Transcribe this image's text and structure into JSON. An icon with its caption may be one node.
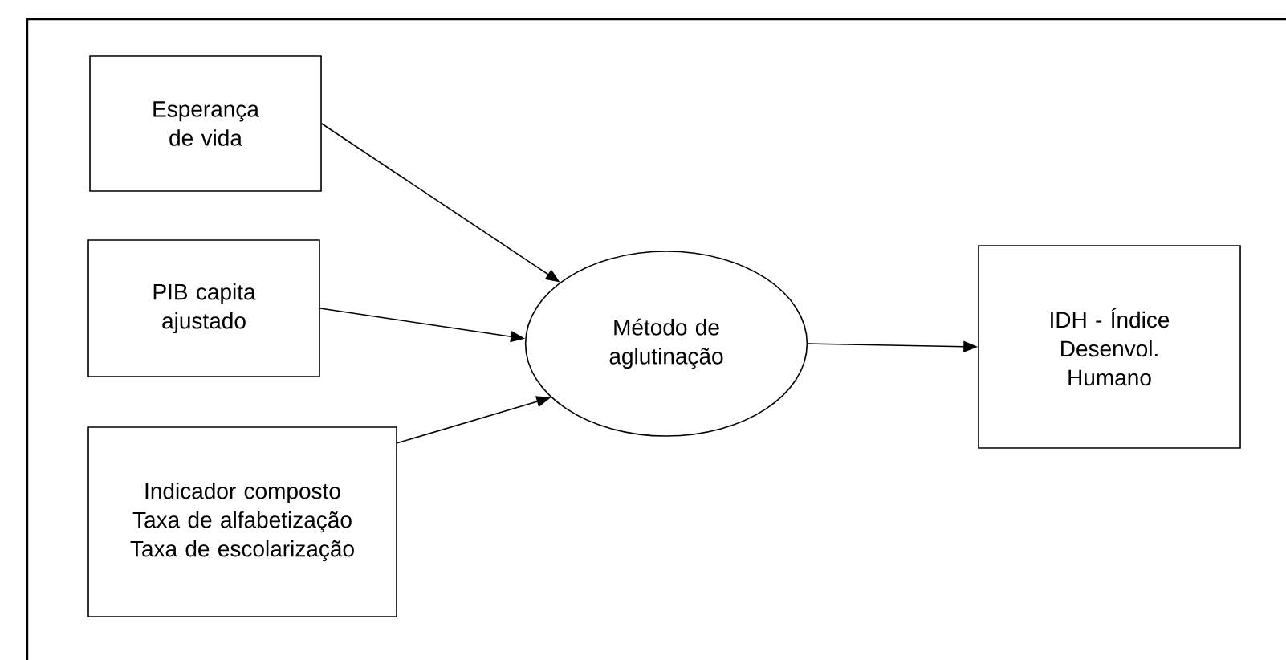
{
  "diagram": {
    "nodes": [
      {
        "text": [
          "Esperança de vida"
        ]
      },
      {
        "text": [
          "PIB capita ajustado"
        ]
      },
      {
        "text": [
          "Indicador composto",
          "Taxa de alfabetização",
          "Taxa de escolarização"
        ]
      },
      {
        "text": [
          "Método de aglutinação"
        ]
      },
      {
        "text": [
          "IDH - Índice Desenvol. Humano"
        ]
      }
    ],
    "edges": [
      {
        "from": 0,
        "to": 3,
        "arrow": "to"
      },
      {
        "from": 1,
        "to": 3,
        "arrow": "to"
      },
      {
        "from": 2,
        "to": 3,
        "arrow": "to"
      },
      {
        "from": 3,
        "to": 4,
        "arrow": "to"
      }
    ]
  }
}
